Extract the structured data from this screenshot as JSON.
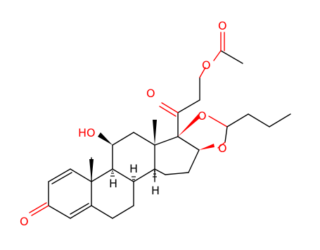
{
  "colors": {
    "carbon_bond": "#000000",
    "oxygen": "#ff0000",
    "background": "#ffffff"
  },
  "atoms": {
    "o_ketone_ring": "O",
    "o_hydroxyl": "HO",
    "o_ketone_side": "O",
    "o_ester": "O",
    "o_acetyl": "O",
    "o_dioxolane_upper": "O",
    "o_dioxolane_lower": "O",
    "h_c8": "H",
    "h_c9": "H",
    "h_c14": "H"
  }
}
